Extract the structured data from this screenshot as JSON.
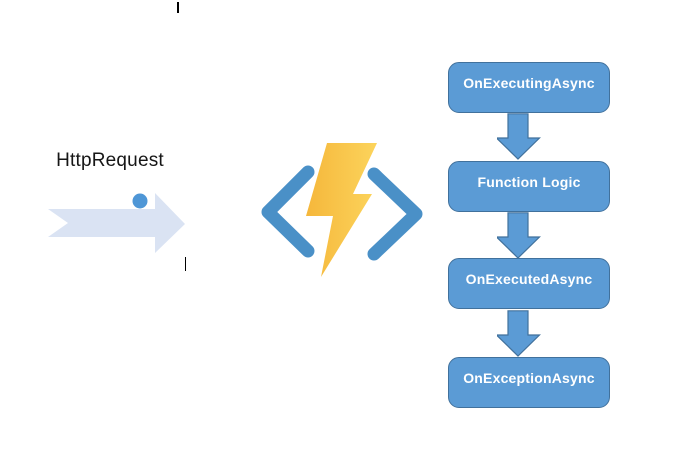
{
  "diagram": {
    "request_label": "HttpRequest",
    "pipeline_steps": [
      {
        "label": "OnExecutingAsync"
      },
      {
        "label": "Function Logic"
      },
      {
        "label": "OnExecutedAsync"
      },
      {
        "label": "OnExceptionAsync"
      }
    ],
    "icons": {
      "azure_functions_icon": "code-brackets-lightning-bolt",
      "request_arrow_icon": "notched-right-arrow",
      "request_dot_icon": "blue-dot",
      "connector_icon": "down-block-arrow",
      "text_caret_icon": "vertical-bar-cursor"
    },
    "colors": {
      "box_fill": "#5B9BD5",
      "box_border": "#41719C",
      "box_text": "#FFFFFF",
      "connector_fill": "#5B9BD5",
      "connector_border": "#41719C",
      "request_arrow_fill": "#DAE3F3",
      "request_dot": "#4E96D6",
      "bracket_blue": "#4A90C7",
      "bolt_dark": "#F5B73B",
      "bolt_light": "#FCD45C",
      "label_text": "#161616"
    }
  }
}
